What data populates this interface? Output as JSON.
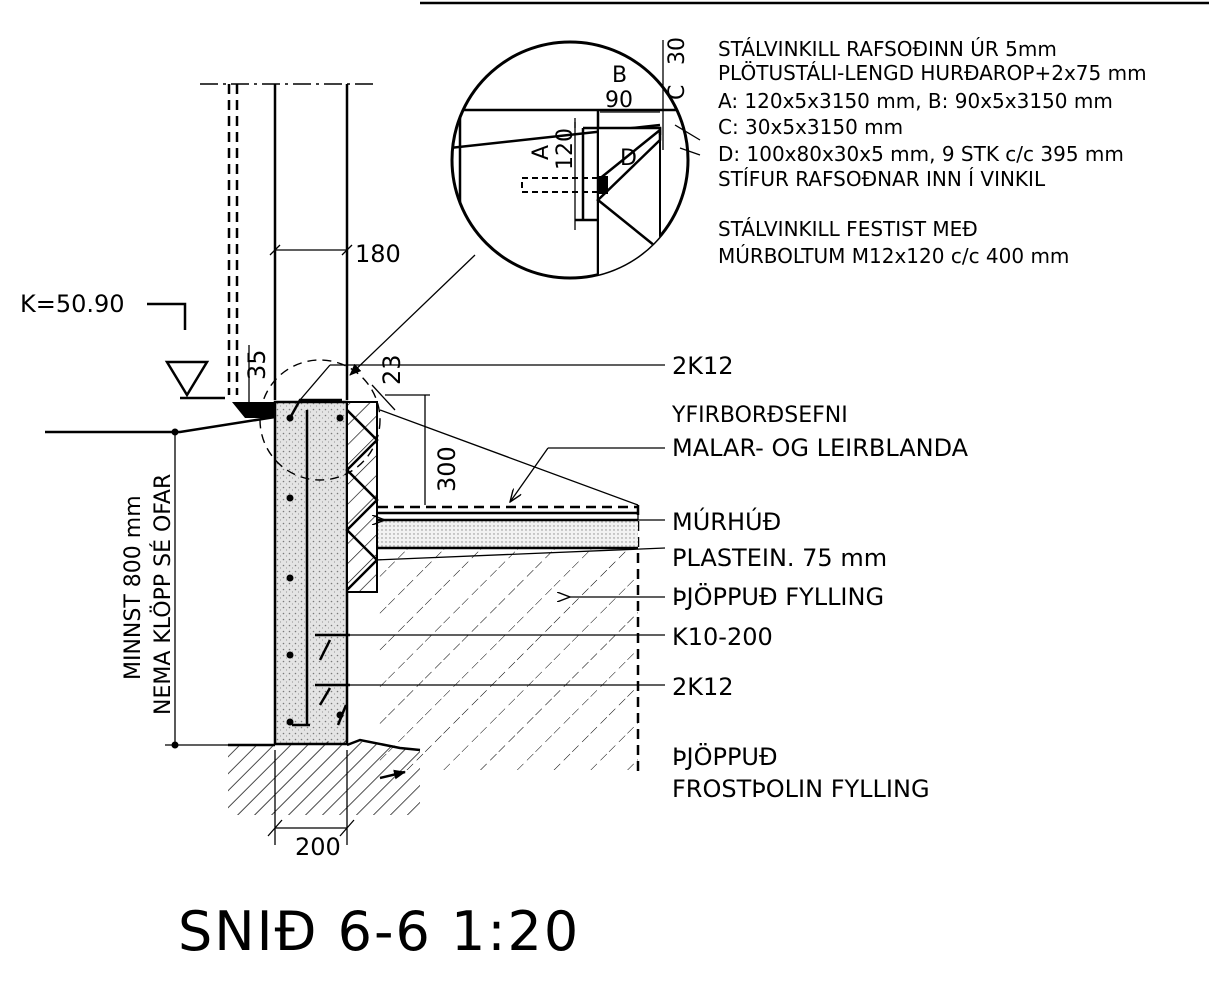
{
  "title": "SNIÐ 6-6 1:20",
  "notes": {
    "line1": "STÁLVINKILL RAFSOÐINN ÚR 5mm",
    "line2": "PLÖTUSTÁLI-LENGD HURÐAROP+2x75 mm",
    "line3": "A: 120x5x3150 mm, B: 90x5x3150 mm",
    "line4": "C: 30x5x3150 mm",
    "line5": "D: 100x80x30x5 mm, 9 STK c/c 395 mm",
    "line6": "STÍFUR RAFSOÐNAR INN Í VINKIL",
    "line7": "STÁLVINKILL FESTIST MEÐ",
    "line8": "MÚRBOLTUM M12x120 c/c 400 mm"
  },
  "labels": {
    "level": "K=50.90",
    "rebar_top": "2K12",
    "surface_1": "YFIRBORÐSEFNI",
    "surface_2": "MALAR- OG LEIRBLANDA",
    "mortar": "MÚRHÚÐ",
    "insulation": "PLASTEIN. 75 mm",
    "fill": "ÞJÖPPUÐ FYLLING",
    "stirrups": "K10-200",
    "rebar_bottom": "2K12",
    "base_fill_1": "ÞJÖPPUÐ",
    "base_fill_2": "FROSTÞOLIN FYLLING",
    "depth_1": "MINNST 800 mm",
    "depth_2": "NEMA KLÖPP SÉ OFAR"
  },
  "dimensions": {
    "d180": "180",
    "d35": "35",
    "d23": "23",
    "d300": "300",
    "d200": "200",
    "d30": "30",
    "d90": "90",
    "d120": "120"
  },
  "detail": {
    "A": "A",
    "B": "B",
    "C": "C",
    "D": "D"
  }
}
